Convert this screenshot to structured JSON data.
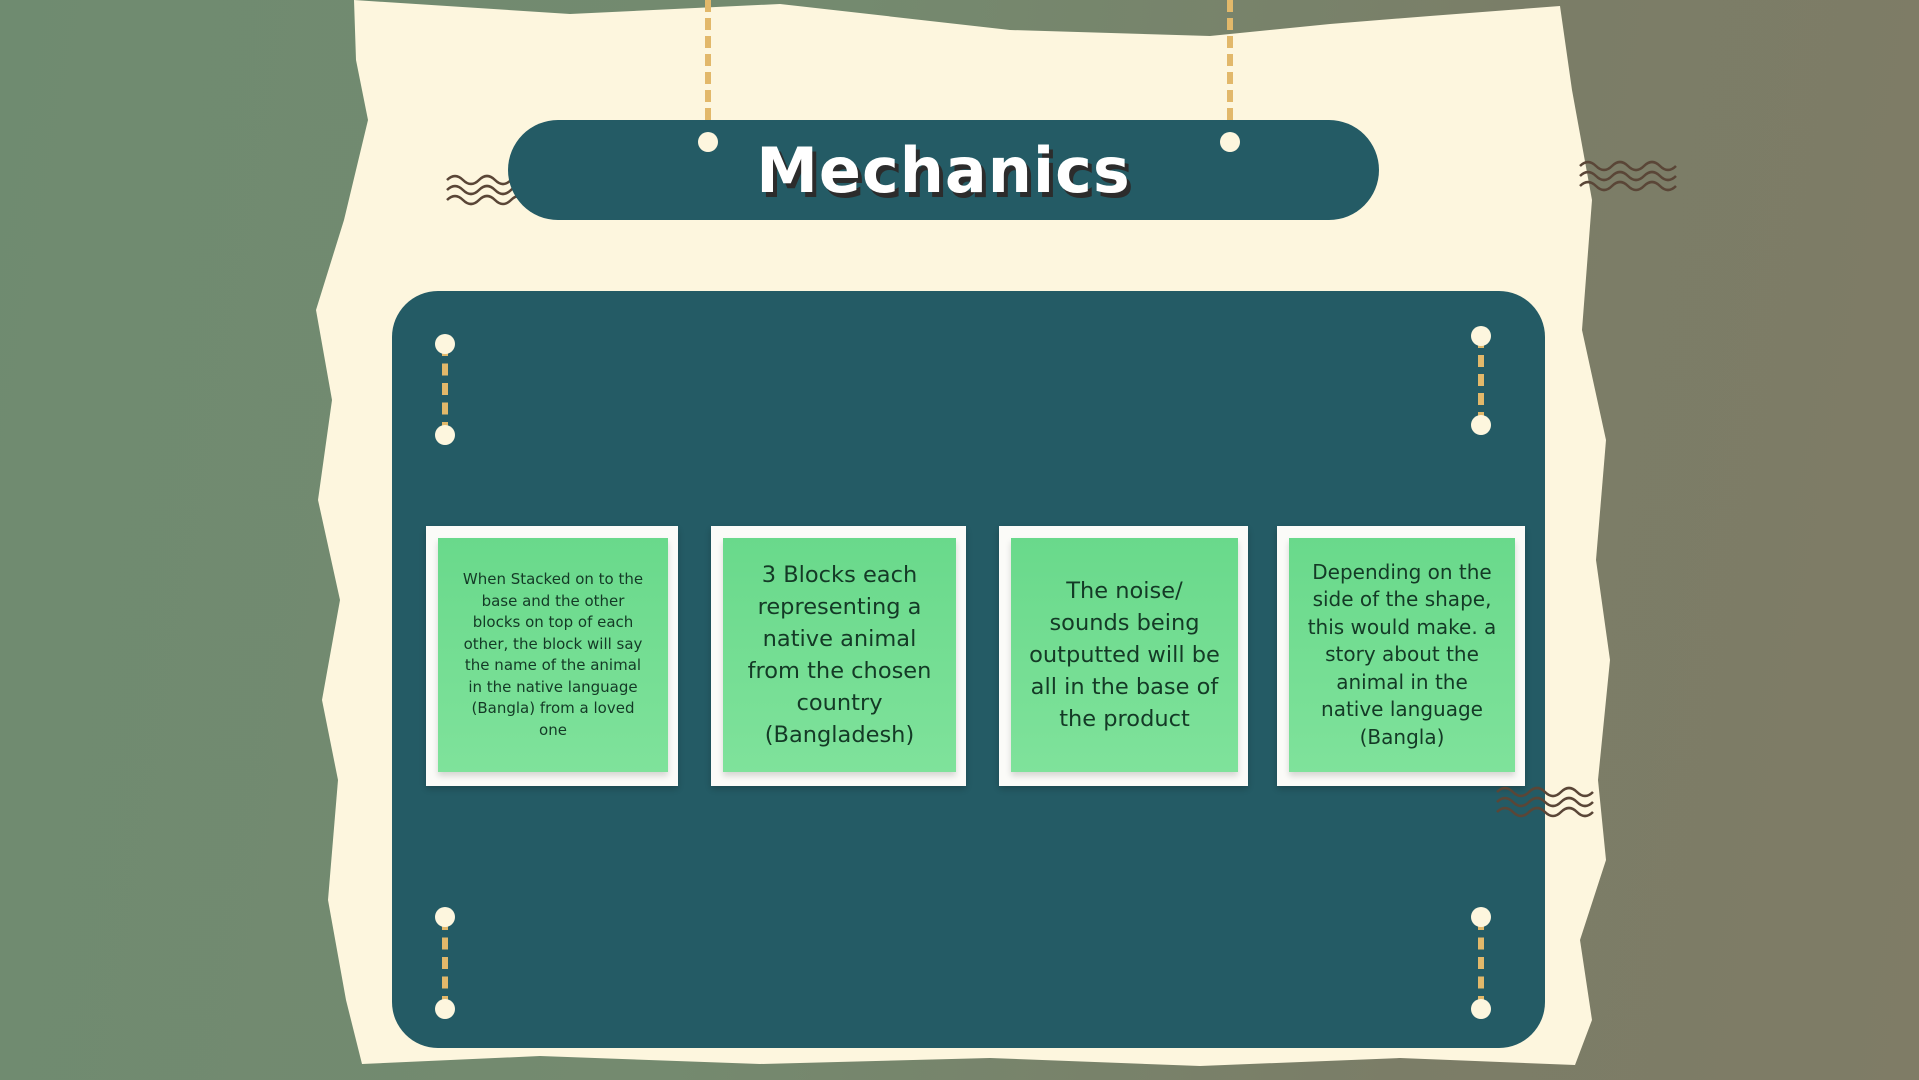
{
  "title": "Mechanics",
  "cards": [
    {
      "text": "When Stacked on to the base and the other blocks on top of each other, the block will say the name of the animal in the native language (Bangla) from a loved one"
    },
    {
      "text": "3 Blocks each representing a native animal from the chosen country (Bangladesh)"
    },
    {
      "text": "The noise/ sounds being outputted will be all in the base of the product"
    },
    {
      "text": "Depending on the side of the shape, this would make. a story about the animal in the native language (Bangla)"
    }
  ],
  "colors": {
    "panel": "#245b65",
    "paper": "#fdf6de",
    "note": "#72de93",
    "string": "#e2b86a"
  }
}
